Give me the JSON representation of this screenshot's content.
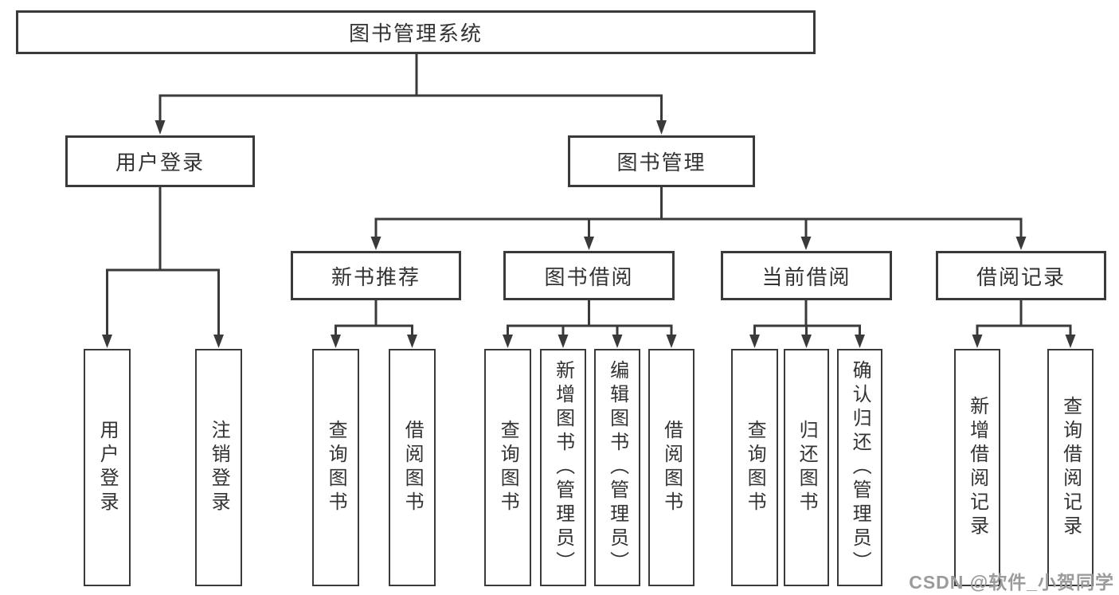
{
  "watermark": "CSDN @软件_小贺同学",
  "colors": {
    "line": "#3a3a3a",
    "box_border": "#3a3a3a",
    "box_fill": "#ffffff",
    "text": "#333333",
    "background": "#ffffff",
    "watermark": "#9b9b9b"
  },
  "tree": {
    "label": "图书管理系统",
    "children": [
      {
        "label": "用户登录",
        "children": [
          {
            "label": "用户登录"
          },
          {
            "label": "注销登录"
          }
        ]
      },
      {
        "label": "图书管理",
        "children": [
          {
            "label": "新书推荐",
            "children": [
              {
                "label": "查询图书"
              },
              {
                "label": "借阅图书"
              }
            ]
          },
          {
            "label": "图书借阅",
            "children": [
              {
                "label": "查询图书"
              },
              {
                "label": "新增图书（管理员）"
              },
              {
                "label": "编辑图书（管理员）"
              },
              {
                "label": "借阅图书"
              }
            ]
          },
          {
            "label": "当前借阅",
            "children": [
              {
                "label": "查询图书"
              },
              {
                "label": "归还图书"
              },
              {
                "label": "确认归还（管理员）"
              }
            ]
          },
          {
            "label": "借阅记录",
            "children": [
              {
                "label": "新增借阅记录"
              },
              {
                "label": "查询借阅记录"
              }
            ]
          }
        ]
      }
    ]
  }
}
